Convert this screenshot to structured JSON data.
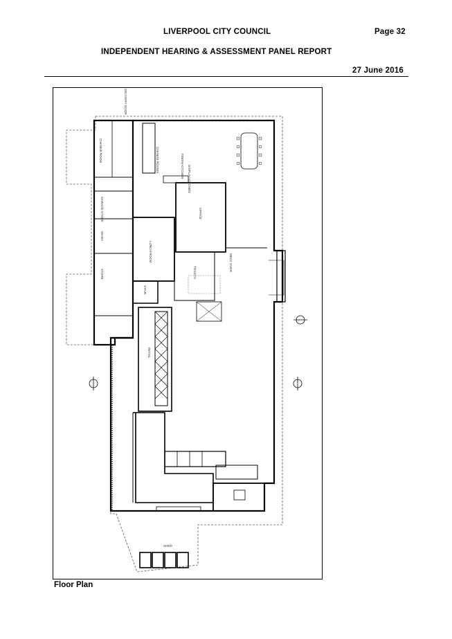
{
  "header": {
    "organisation": "LIVERPOOL CITY COUNCIL",
    "page": "Page 32",
    "report_title": "INDEPENDENT HEARING & ASSESSMENT PANEL REPORT",
    "date": "27 June 2016"
  },
  "figure": {
    "caption": "Floor Plan",
    "room_labels": {
      "delivery_door": "DELIVERY DOOR",
      "change_room": "CHANGE ROOM",
      "change_rooms": "CHANGE ROOMS",
      "office": "OFFICE",
      "lunch_room": "LUNCH ROOM",
      "stair": "STAIR",
      "finish_kitchen": "FINISH KITCHEN",
      "display_kitchen": "DISPLAY KITCHEN",
      "garage_store": "GARAGE STORE",
      "wash": "WASH",
      "store": "STORE",
      "toilets": "TOILETS",
      "retail": "RETAIL",
      "mezz": "MEZZ OVER",
      "shed": "SHED"
    }
  }
}
